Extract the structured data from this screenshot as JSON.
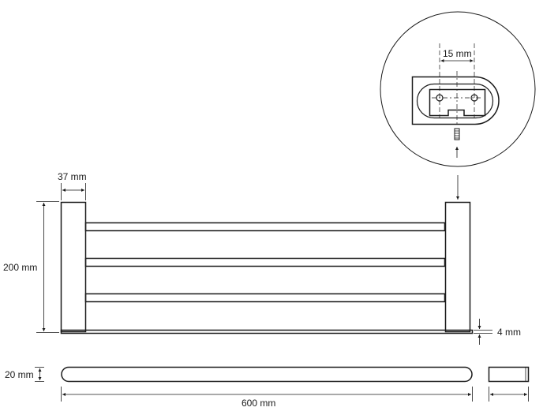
{
  "dimensions": {
    "post_width": "37 mm",
    "height": "200 mm",
    "base_thickness": "4 mm",
    "depth": "20 mm",
    "length": "600 mm",
    "hole_spacing": "15 mm"
  },
  "colors": {
    "line": "#1a1a1a",
    "background": "#ffffff"
  }
}
